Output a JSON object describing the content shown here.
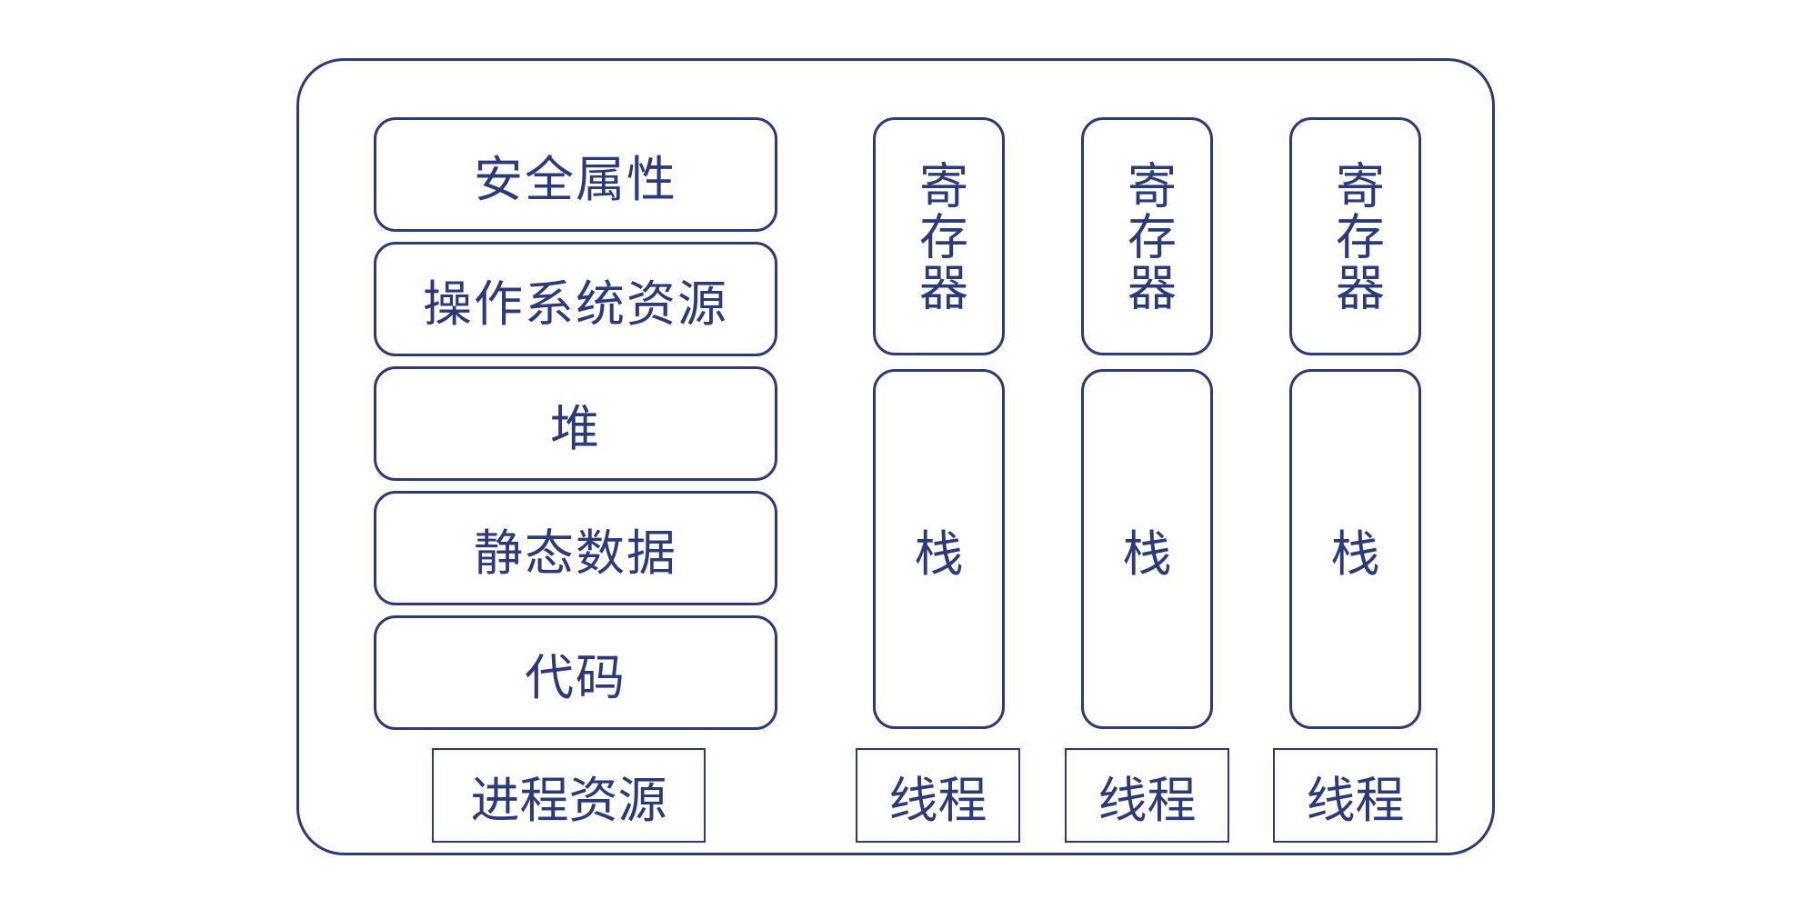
{
  "process_resources": {
    "items": [
      "安全属性",
      "操作系统资源",
      "堆",
      "静态数据",
      "代码"
    ],
    "label": "进程资源"
  },
  "threads": [
    {
      "register": "寄存器",
      "stack": "栈",
      "label": "线程"
    },
    {
      "register": "寄存器",
      "stack": "栈",
      "label": "线程"
    },
    {
      "register": "寄存器",
      "stack": "栈",
      "label": "线程"
    }
  ],
  "colors": {
    "stroke": "#2b3a78",
    "background": "#ffffff"
  }
}
